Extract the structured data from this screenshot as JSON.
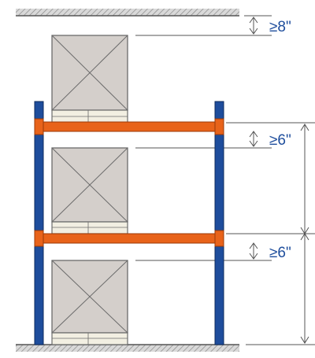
{
  "labels": {
    "ceiling_clearance": "≥8\"",
    "beam_clearance_upper": "≥6\"",
    "beam_clearance_lower": "≥6\""
  },
  "colors": {
    "upright": "#1e4d9c",
    "upright_edge": "#0f2c5e",
    "beam": "#e8631a",
    "beam_edge": "#9a3a08",
    "box_fill": "#d4cfcb",
    "box_stroke": "#6b6b6b",
    "pallet_fill": "#f2efe2",
    "dim_text": "#1e4d9c",
    "hatch": "#8a8a8a"
  }
}
